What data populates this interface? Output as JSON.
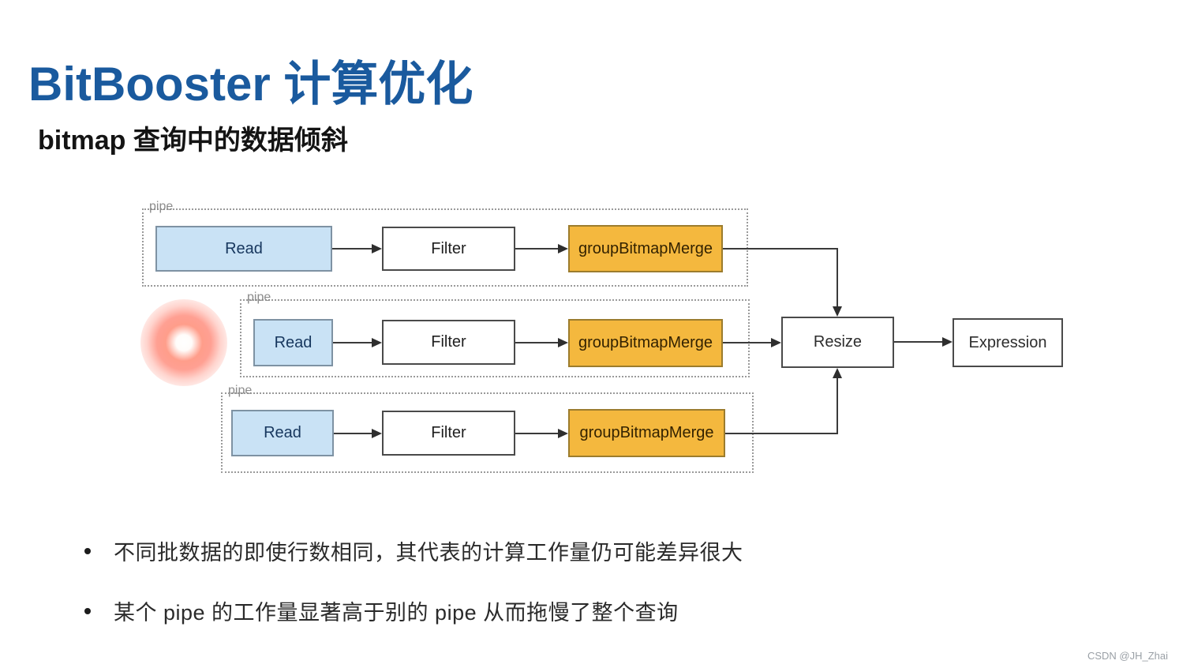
{
  "slide": {
    "title": "BitBooster 计算优化",
    "subtitle": "bitmap 查询中的数据倾斜"
  },
  "diagram": {
    "pipes": [
      {
        "label": "pipe",
        "nodes": {
          "read": "Read",
          "filter": "Filter",
          "merge": "groupBitmapMerge"
        }
      },
      {
        "label": "pipe",
        "nodes": {
          "read": "Read",
          "filter": "Filter",
          "merge": "groupBitmapMerge"
        }
      },
      {
        "label": "pipe",
        "nodes": {
          "read": "Read",
          "filter": "Filter",
          "merge": "groupBitmapMerge"
        }
      }
    ],
    "sink_nodes": {
      "resize": "Resize",
      "expression": "Expression"
    },
    "colors": {
      "title_blue": "#1a5a9e",
      "read_fill": "#c9e2f5",
      "filter_fill": "#ffffff",
      "merge_fill": "#f4b83e",
      "laser_red": "#ff6a55"
    }
  },
  "bullets": [
    "不同批数据的即使行数相同，其代表的计算工作量仍可能差异很大",
    "某个 pipe 的工作量显著高于别的 pipe 从而拖慢了整个查询"
  ],
  "watermark": "CSDN @JH_Zhai"
}
